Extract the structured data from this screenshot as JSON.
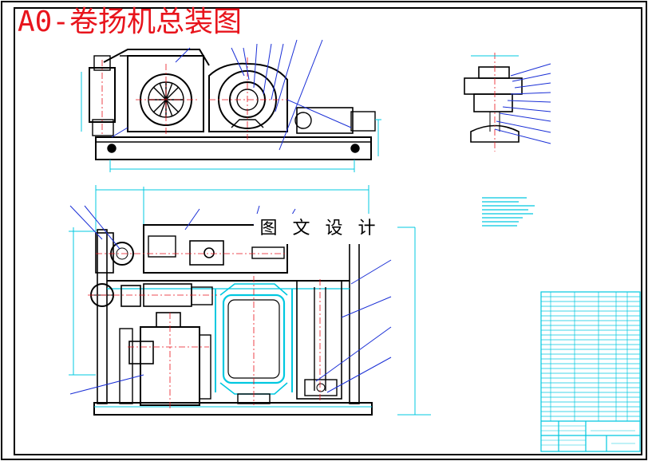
{
  "drawing": {
    "title": "A0-卷扬机总装图",
    "watermark": "图 文 设 计"
  },
  "colors": {
    "background": "#ffffff",
    "frame": "#000000",
    "cad_cyan": "#00c8e0",
    "cad_white_lines": "#000000",
    "centerline_red": "#e8141c",
    "leader_blue": "#1a2fd6",
    "title_red": "#e8141c"
  },
  "views": [
    {
      "name": "front-elevation"
    },
    {
      "name": "side-detail"
    },
    {
      "name": "plan-view"
    },
    {
      "name": "title-block"
    }
  ]
}
